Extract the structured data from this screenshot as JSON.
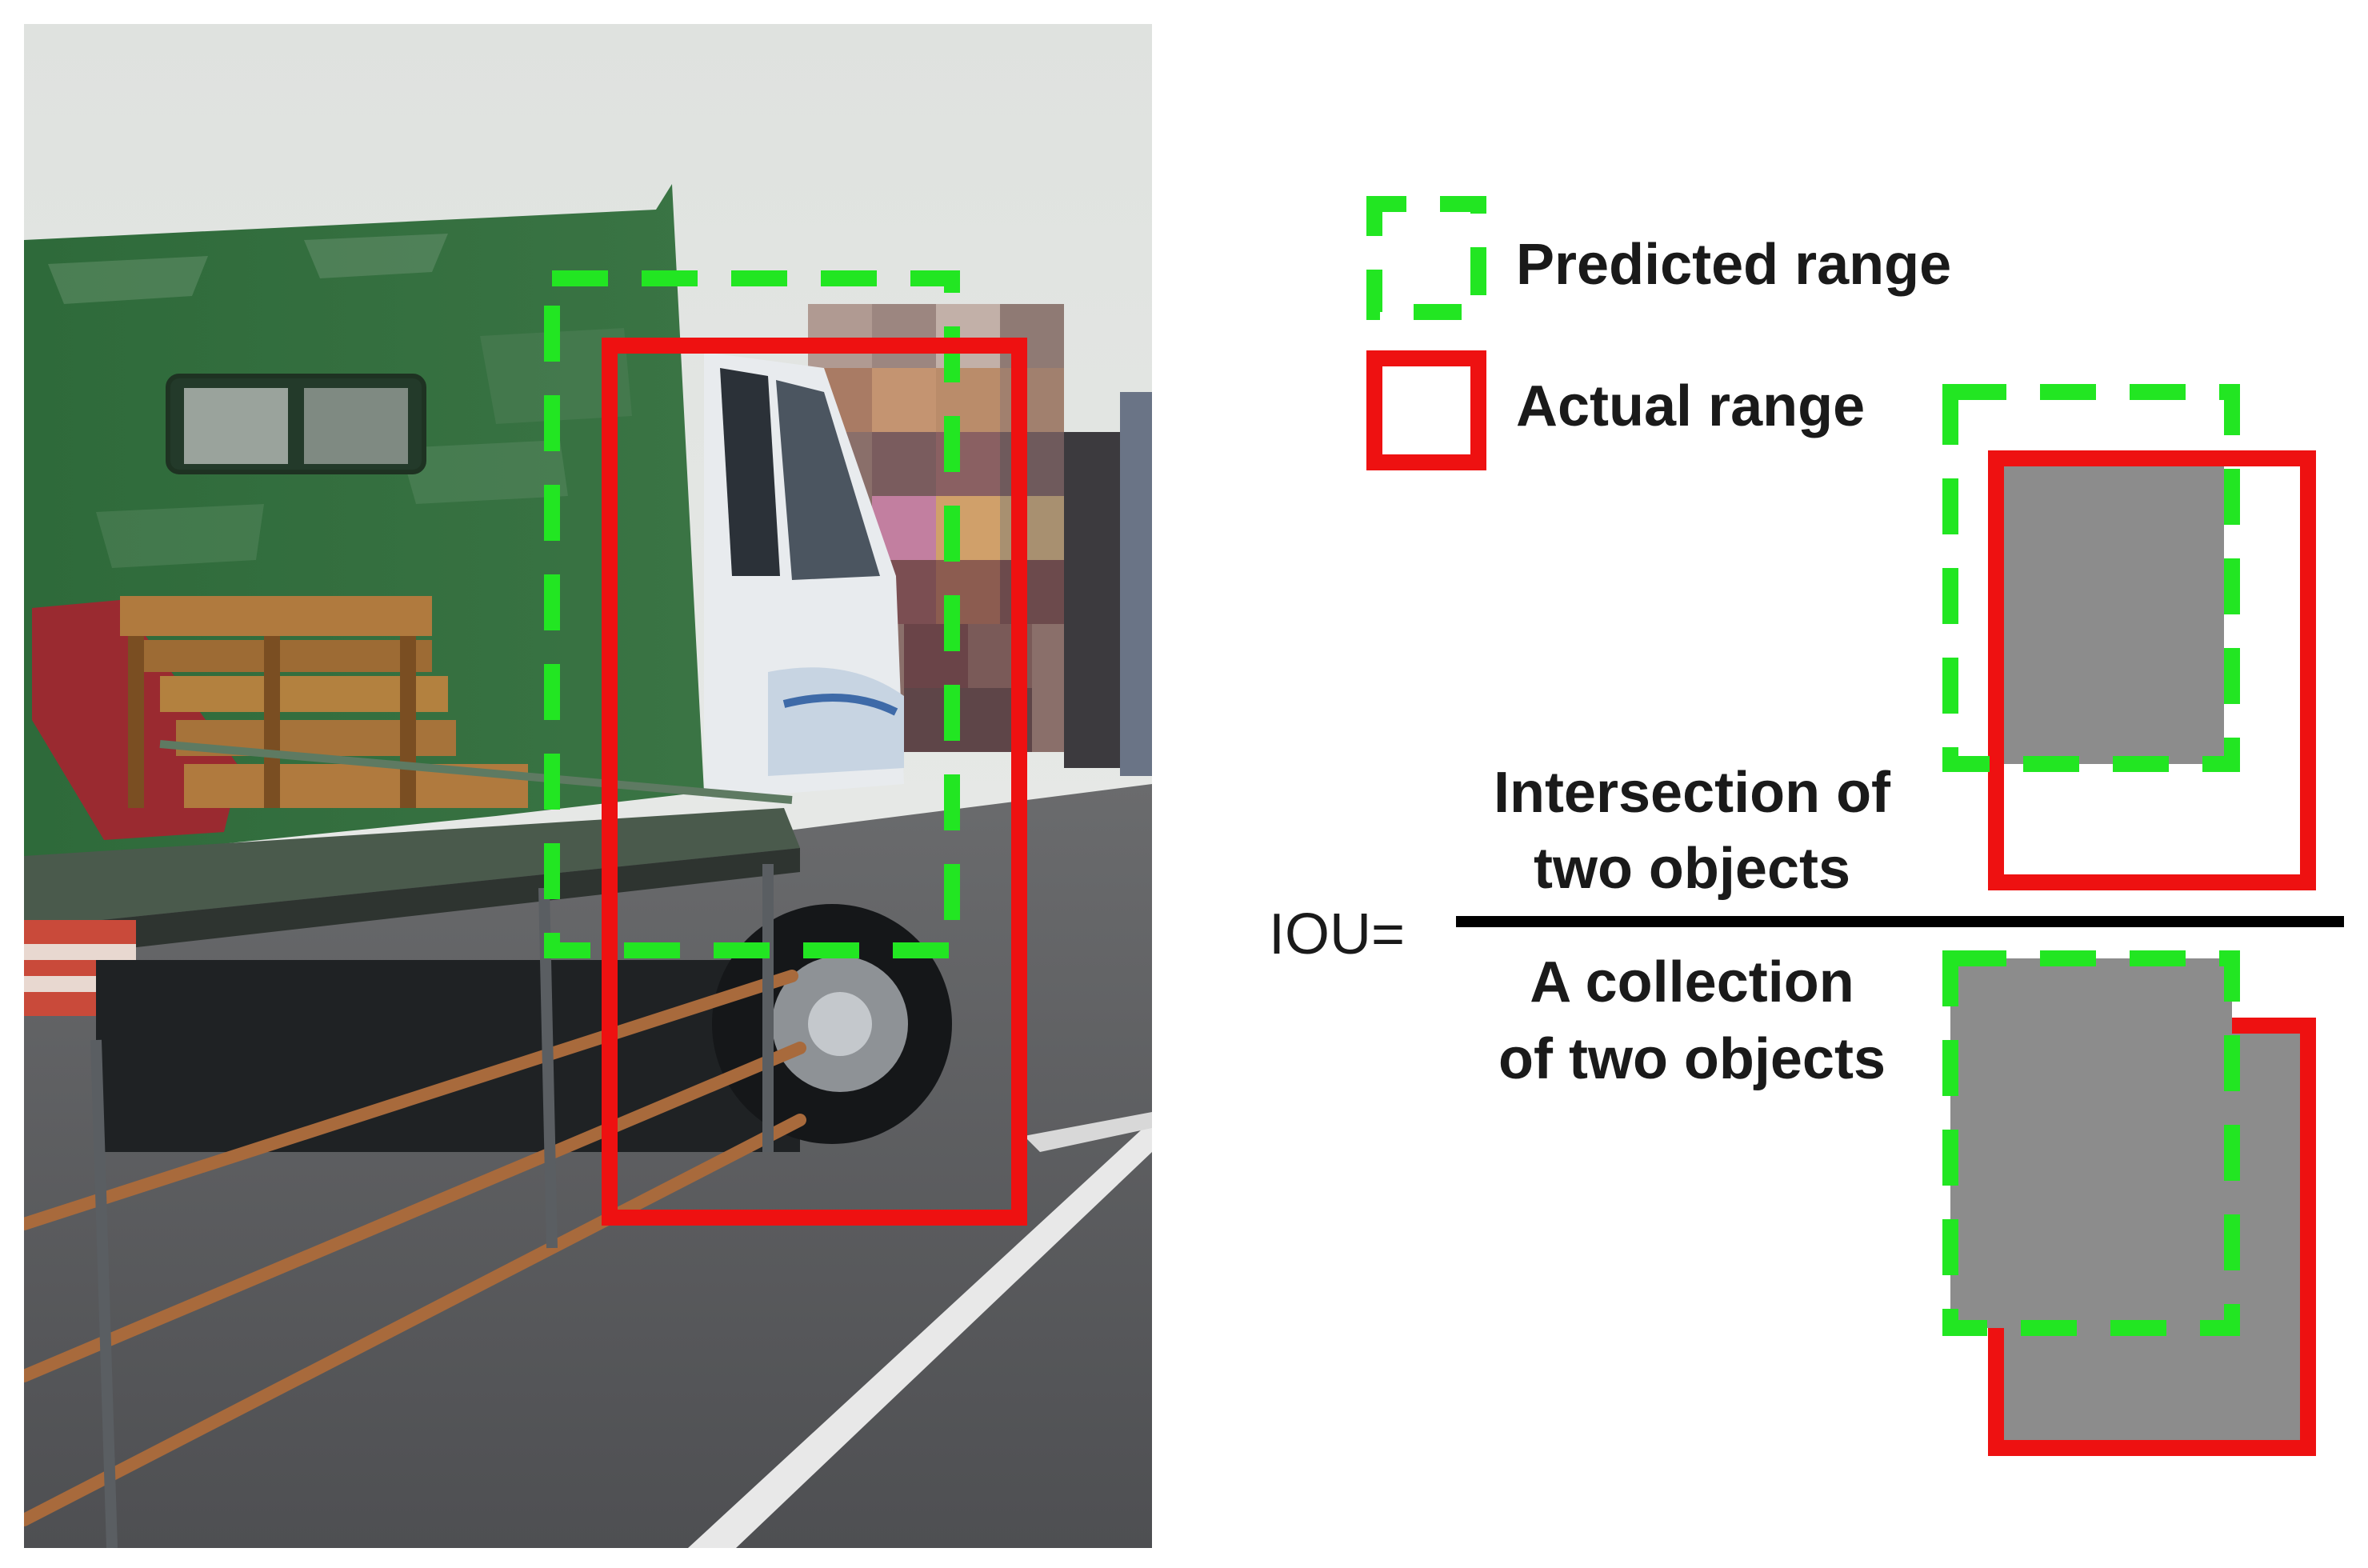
{
  "legend": {
    "predicted_label": "Predicted range",
    "actual_label": "Actual range"
  },
  "formula": {
    "lhs": "IOU=",
    "numerator_line1": "Intersection of",
    "numerator_line2": "two objects",
    "denominator_line1": "A collection",
    "denominator_line2": "of two objects"
  },
  "colors": {
    "predicted": "#22e622",
    "actual": "#ee1111",
    "overlap_fill": "#8c8c8c",
    "sky": "#e2e4e2",
    "truck_green": "#2f6b3a",
    "road": "#5b5c5e"
  }
}
